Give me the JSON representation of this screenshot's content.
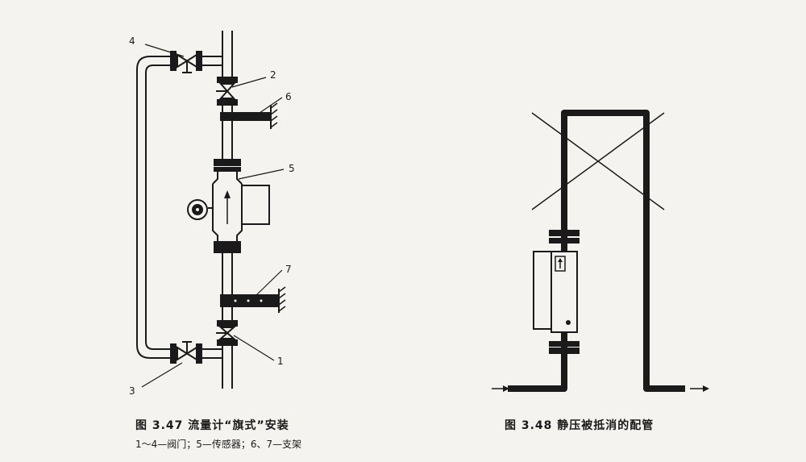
{
  "figure_47": {
    "caption": "图 3.47  流量计“旗式”安装",
    "legend": "1～4—阀门；5—传感器；6、7—支架",
    "labels": {
      "n1": "1",
      "n2": "2",
      "n3": "3",
      "n4": "4",
      "n5": "5",
      "n6": "6",
      "n7": "7"
    }
  },
  "figure_48": {
    "caption": "图 3.48  静压被抵消的配管"
  }
}
